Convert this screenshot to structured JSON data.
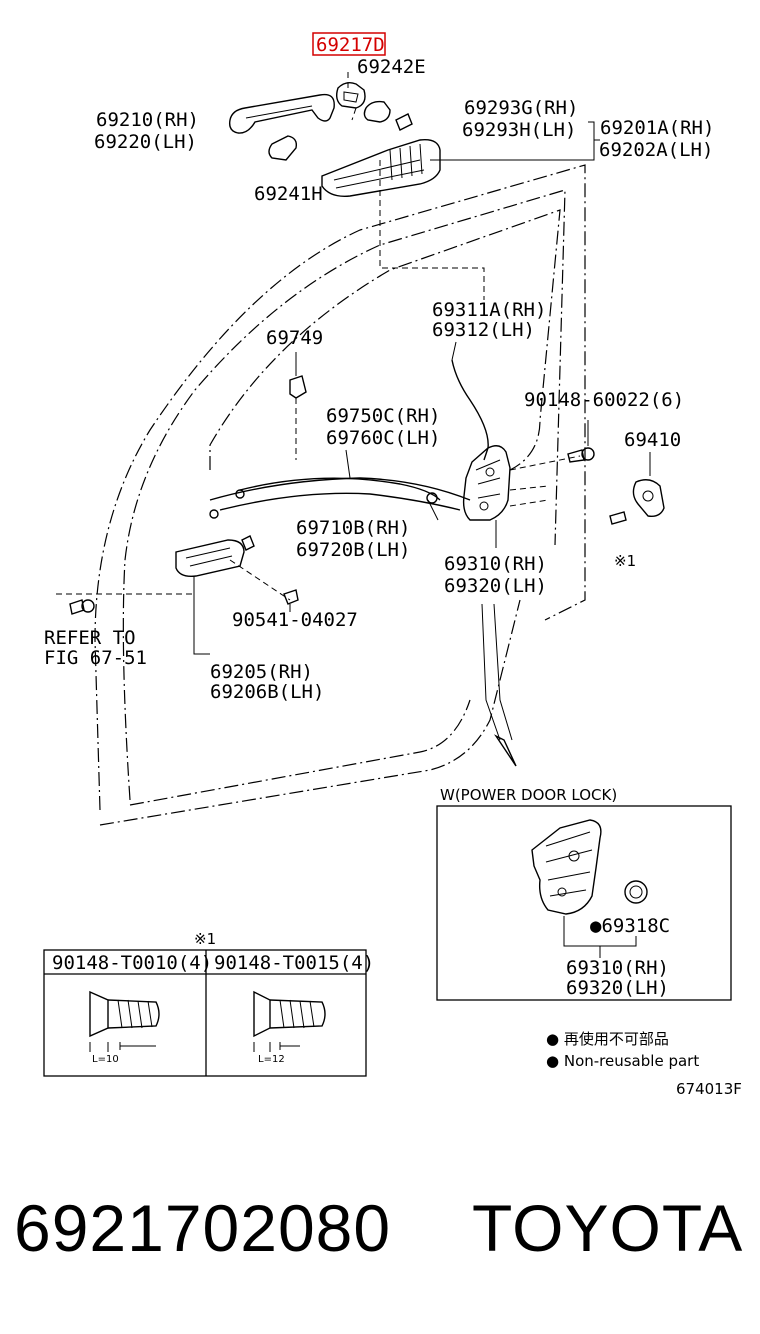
{
  "highlight_part": "69217D",
  "labels": {
    "p69242e": "69242E",
    "p69210": "69210(RH)",
    "p69220": "69220(LH)",
    "p69241h": "69241H",
    "p69293g": "69293G(RH)",
    "p69293h": "69293H(LH)",
    "p69201a": "69201A(RH)",
    "p69202a": "69202A(LH)",
    "p69311a": "69311A(RH)",
    "p69312": "69312(LH)",
    "p69749": "69749",
    "p90148_60022": "90148-60022(6)",
    "p69410": "69410",
    "p69750c": "69750C(RH)",
    "p69760c": "69760C(LH)",
    "p69710b": "69710B(RH)",
    "p69720b": "69720B(LH)",
    "p69310": "69310(RH)",
    "p69320": "69320(LH)",
    "ref1": "REFER TO",
    "ref2": "FIG 67-51",
    "p90541": "90541-04027",
    "p69205": "69205(RH)",
    "p69206b": "69206B(LH)",
    "mark1": "※1",
    "mark1b": "※1"
  },
  "inset": {
    "title": "W(POWER DOOR LOCK)",
    "p69318c": "●69318C",
    "p69310": "69310(RH)",
    "p69320": "69320(LH)"
  },
  "screws": {
    "col1_label": "90148-T0010(4)",
    "col2_label": "90148-T0015(4)",
    "col1_len": "L=10",
    "col2_len": "L=12"
  },
  "legend": {
    "cn": "● 再使用不可部品",
    "en": "● Non-reusable part"
  },
  "figure_code": "674013F",
  "footer": {
    "part_number": "6921702080",
    "brand": "TOYOTA"
  }
}
